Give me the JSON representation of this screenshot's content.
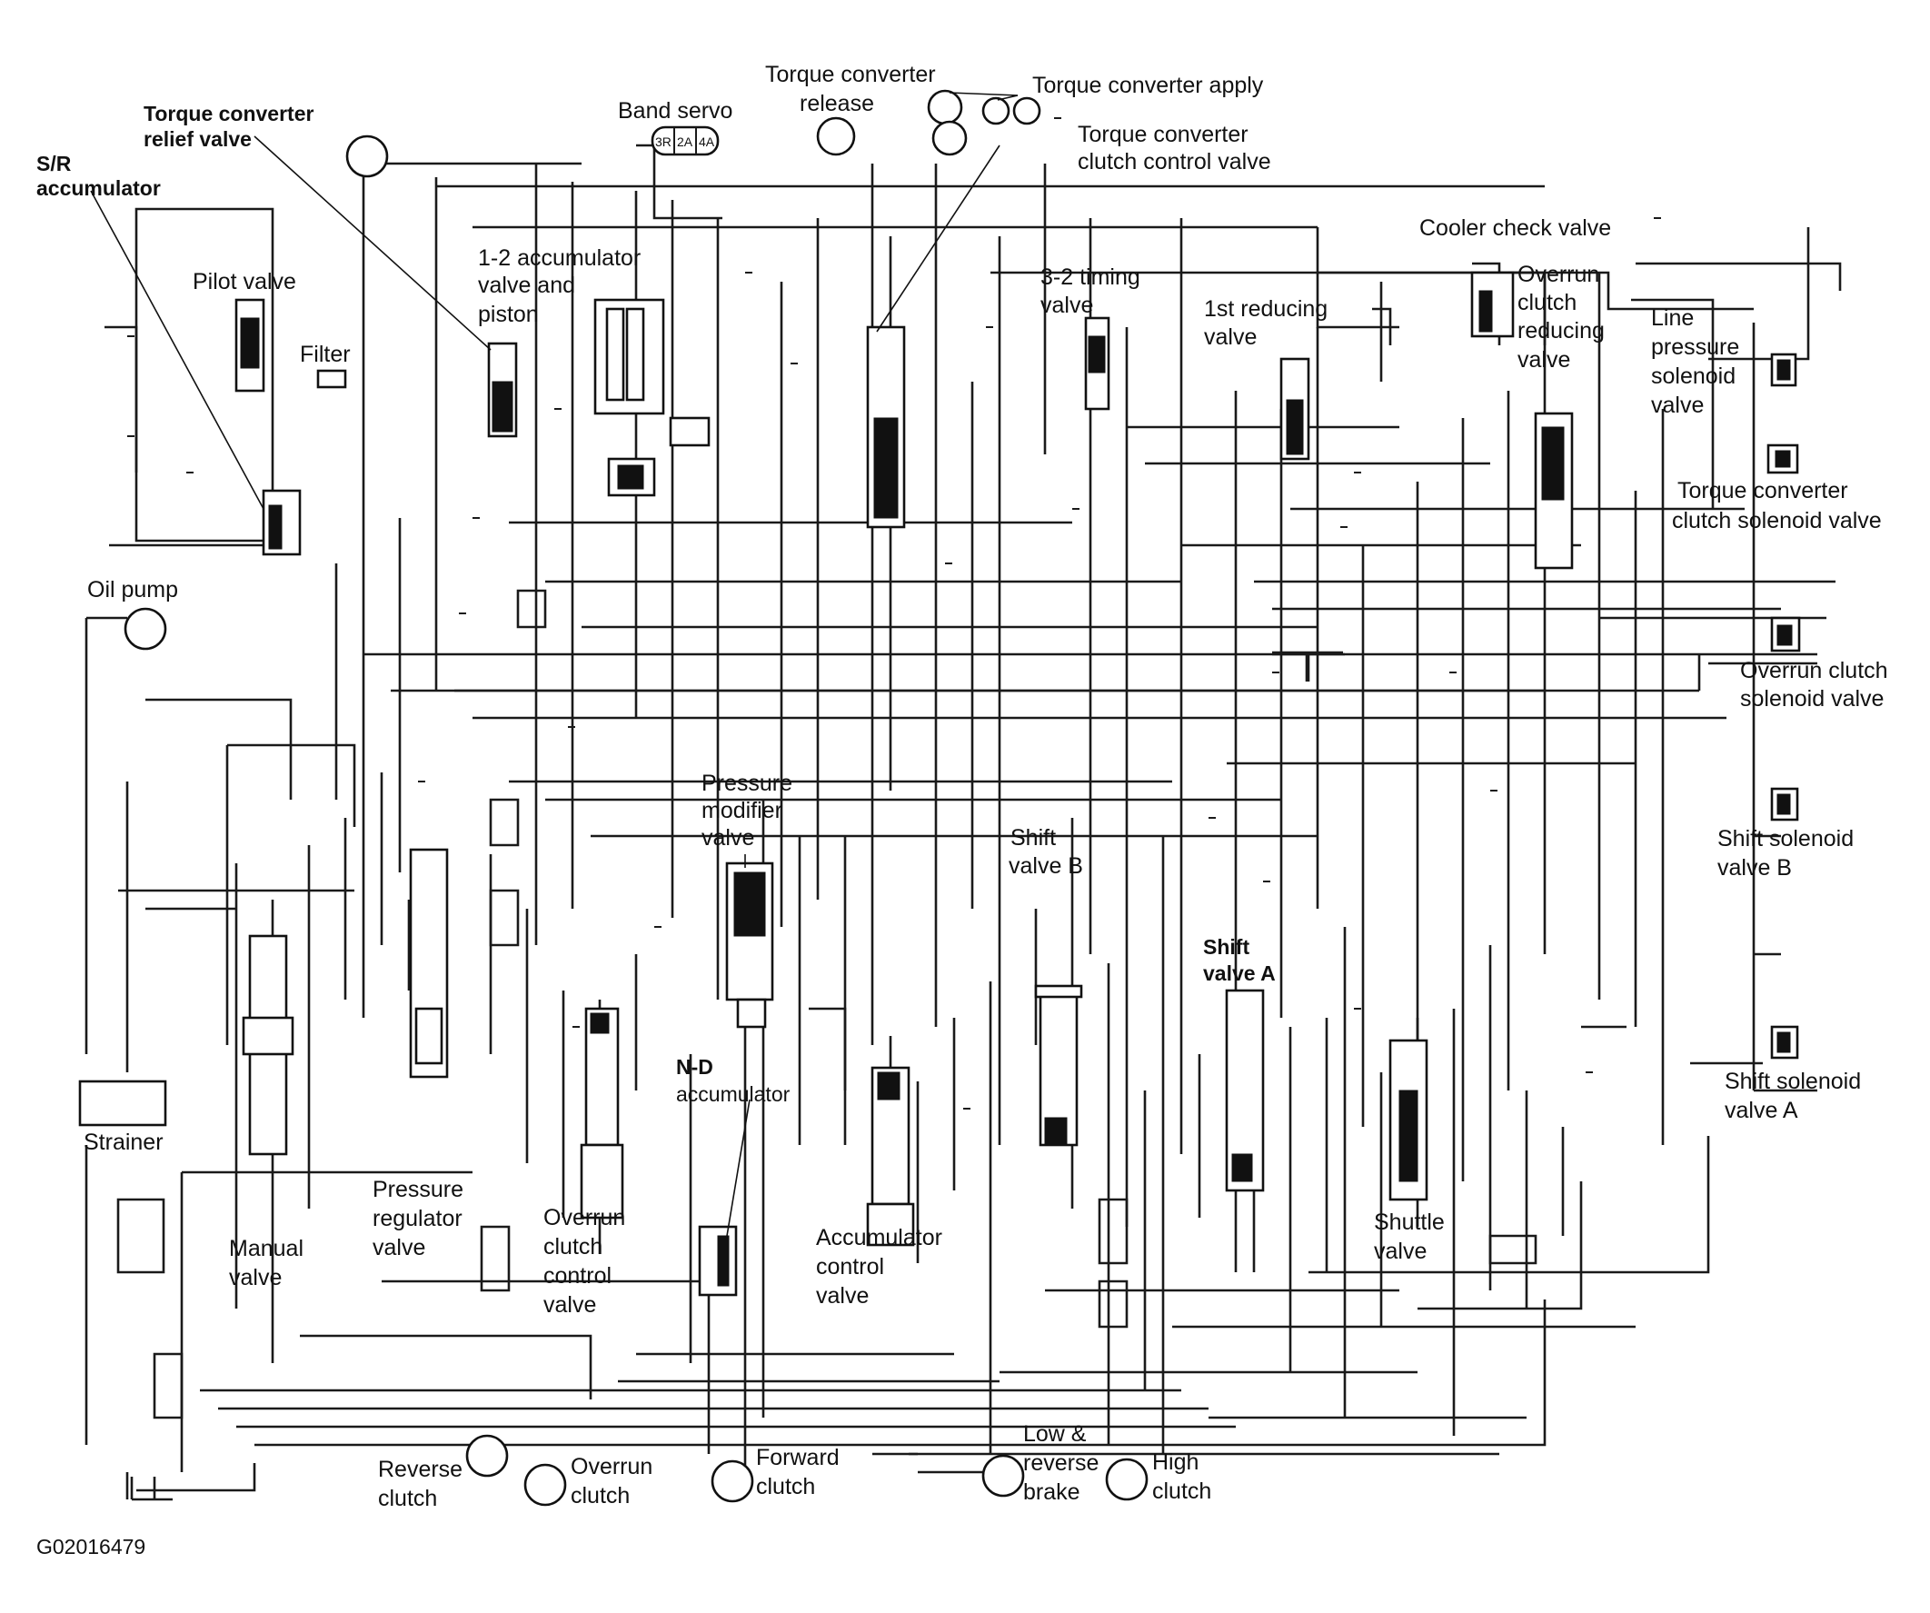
{
  "figure_id": "G02016479",
  "labels": {
    "sr_accumulator": [
      "S/R",
      "accumulator"
    ],
    "torque_converter_relief_valve": [
      "Torque converter",
      "relief valve"
    ],
    "pilot_valve": "Pilot valve",
    "filter": "Filter",
    "oil_pump": "Oil pump",
    "strainer": "Strainer",
    "band_servo": "Band servo",
    "band_servo_ports": [
      "3R",
      "2A",
      "4A"
    ],
    "one_two_accumulator": [
      "1-2 accumulator",
      "valve and",
      "piston"
    ],
    "tc_release": [
      "Torque converter",
      "release"
    ],
    "tc_apply": "Torque converter apply",
    "tcc_control_valve": [
      "Torque converter",
      "clutch control valve"
    ],
    "cooler_check_valve": "Cooler check valve",
    "three_two_timing_valve": [
      "3-2 timing",
      "valve"
    ],
    "first_reducing_valve": [
      "1st reducing",
      "valve"
    ],
    "overrun_clutch_reducing_valve": [
      "Overrun",
      "clutch",
      "reducing",
      "valve"
    ],
    "line_pressure_solenoid_valve": [
      "Line",
      "pressure",
      "solenoid",
      "valve"
    ],
    "tcc_solenoid_valve": [
      "Torque converter",
      "clutch solenoid valve"
    ],
    "overrun_clutch_solenoid_valve": [
      "Overrun clutch",
      "solenoid valve"
    ],
    "shift_solenoid_b": [
      "Shift solenoid",
      "valve B"
    ],
    "shift_solenoid_a": [
      "Shift solenoid",
      "valve A"
    ],
    "pressure_modifier_valve": [
      "Pressure",
      "modifier",
      "valve"
    ],
    "shift_valve_b": [
      "Shift",
      "valve B"
    ],
    "shift_valve_a": [
      "Shift",
      "valve A"
    ],
    "nd_accumulator": [
      "N-D",
      "accumulator"
    ],
    "pressure_regulator_valve": [
      "Pressure",
      "regulator",
      "valve"
    ],
    "manual_valve": [
      "Manual",
      "valve"
    ],
    "overrun_clutch_control_valve": [
      "Overrun",
      "clutch",
      "control",
      "valve"
    ],
    "accumulator_control_valve": [
      "Accumulator",
      "control",
      "valve"
    ],
    "shuttle_valve": [
      "Shuttle",
      "valve"
    ],
    "reverse_clutch": [
      "Reverse",
      "clutch"
    ],
    "overrun_clutch": [
      "Overrun",
      "clutch"
    ],
    "forward_clutch": [
      "Forward",
      "clutch"
    ],
    "low_reverse_brake": [
      "Low &",
      "reverse",
      "brake"
    ],
    "high_clutch": [
      "High",
      "clutch"
    ]
  }
}
